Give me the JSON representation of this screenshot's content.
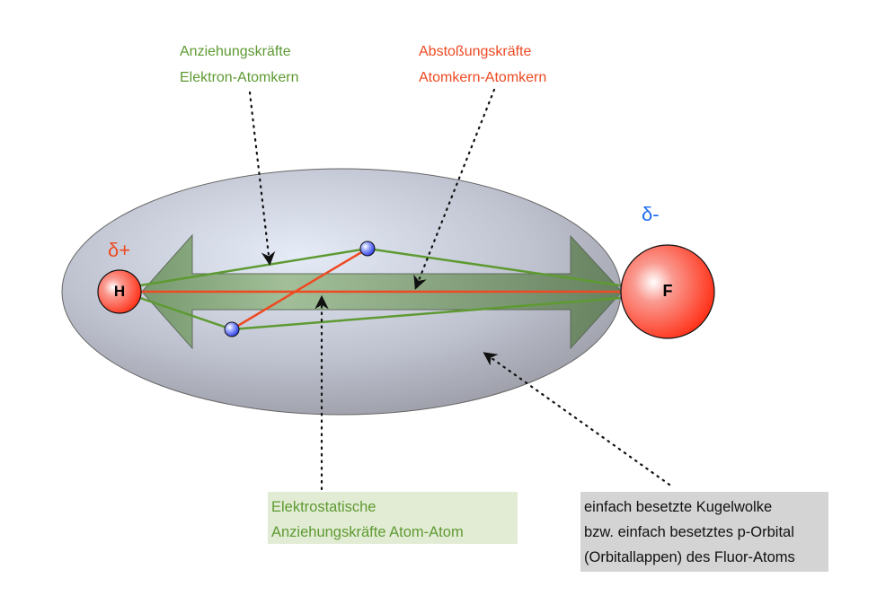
{
  "labels": {
    "attraction_electron_nucleus": [
      "Anziehungskräfte",
      "Elektron-Atomkern"
    ],
    "repulsion_nucleus_nucleus": [
      "Abstoßungskräfte",
      "Atomkern-Atomkern"
    ],
    "electrostatic_box": [
      "Elektrostatische",
      "Anziehungskräfte Atom-Atom"
    ],
    "orbital_box": [
      "einfach besetzte Kugelwolke",
      "bzw. einfach besetztes p-Orbital",
      "(Orbitallappen) des Fluor-Atoms"
    ]
  },
  "atoms": {
    "hydrogen": "H",
    "fluorine": "F"
  },
  "charges": {
    "partial_positive": "δ+",
    "partial_negative": "δ-"
  },
  "colors": {
    "attraction": "#5e9a32",
    "repulsion": "#ee4a22",
    "negative": "#1f6cf0",
    "electrostatic_box_bg": "#e2ecd4",
    "orbital_box_bg": "#d4d4d4"
  }
}
